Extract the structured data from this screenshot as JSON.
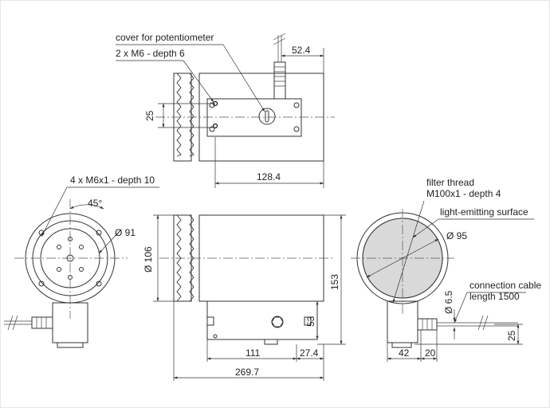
{
  "labels": {
    "cover_potentiometer": "cover for potentiometer",
    "m6_depth6": "2 x M6 - depth 6",
    "m6x1_depth10": "4 x M6x1 - depth 10",
    "filter_thread_1": "filter thread",
    "filter_thread_2": "M100x1 - depth 4",
    "light_emitting_surface": "light-emitting surface",
    "connection_cable_1": "connection cable",
    "connection_cable_2": "length 1500"
  },
  "dimensions": {
    "d52_4": "52.4",
    "d25_top": "25",
    "d128_4": "128.4",
    "angle45": "45°",
    "dia91": "Ø 91",
    "dia106": "Ø 106",
    "d153": "153",
    "d53": "53",
    "d111": "111",
    "d27_4": "27.4",
    "d269_7": "269.7",
    "dia95": "Ø 95",
    "dia6_5": "Ø 6.5",
    "d42": "42",
    "d20": "20",
    "d25_right": "25"
  }
}
